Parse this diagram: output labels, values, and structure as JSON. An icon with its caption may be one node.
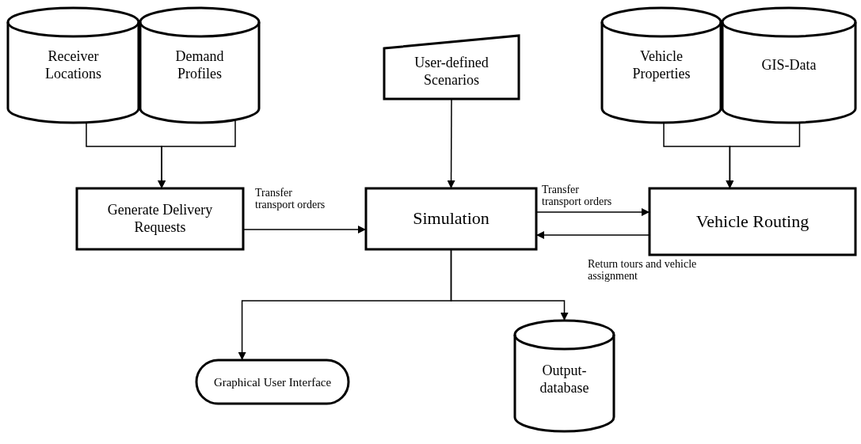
{
  "diagram": {
    "nodes": [
      {
        "text": [
          "Receiver Locations"
        ]
      },
      {
        "text": [
          "Demand Profiles"
        ]
      },
      {
        "text": [
          "User-defined Scenarios"
        ]
      },
      {
        "text": [
          "Vehicle Properties"
        ]
      },
      {
        "text": [
          "GIS-Data"
        ]
      },
      {
        "text": [
          "Generate Delivery Requests"
        ]
      },
      {
        "text": [
          "Simulation"
        ]
      },
      {
        "text": [
          "Vehicle Routing"
        ]
      },
      {
        "text": [
          "Graphical User Interface"
        ]
      },
      {
        "text": [
          "Output-database"
        ]
      }
    ],
    "edges": [
      {
        "from": 0,
        "to": 5,
        "arrow": "to"
      },
      {
        "from": 1,
        "to": 5,
        "arrow": "to"
      },
      {
        "from": 2,
        "to": 6,
        "arrow": "to"
      },
      {
        "from": 3,
        "to": 7,
        "arrow": "to"
      },
      {
        "from": 4,
        "to": 7,
        "arrow": "to"
      },
      {
        "from": 5,
        "to": 6,
        "arrow": "to",
        "label": "Transfer transport orders"
      },
      {
        "from": 6,
        "to": 7,
        "arrow": "to",
        "label": "Transfer transport orders"
      },
      {
        "from": 7,
        "to": 6,
        "arrow": "to",
        "label": "Return tours and vehicle assignment"
      },
      {
        "from": 6,
        "to": 8,
        "arrow": "to"
      },
      {
        "from": 6,
        "to": 9,
        "arrow": "to"
      }
    ]
  }
}
